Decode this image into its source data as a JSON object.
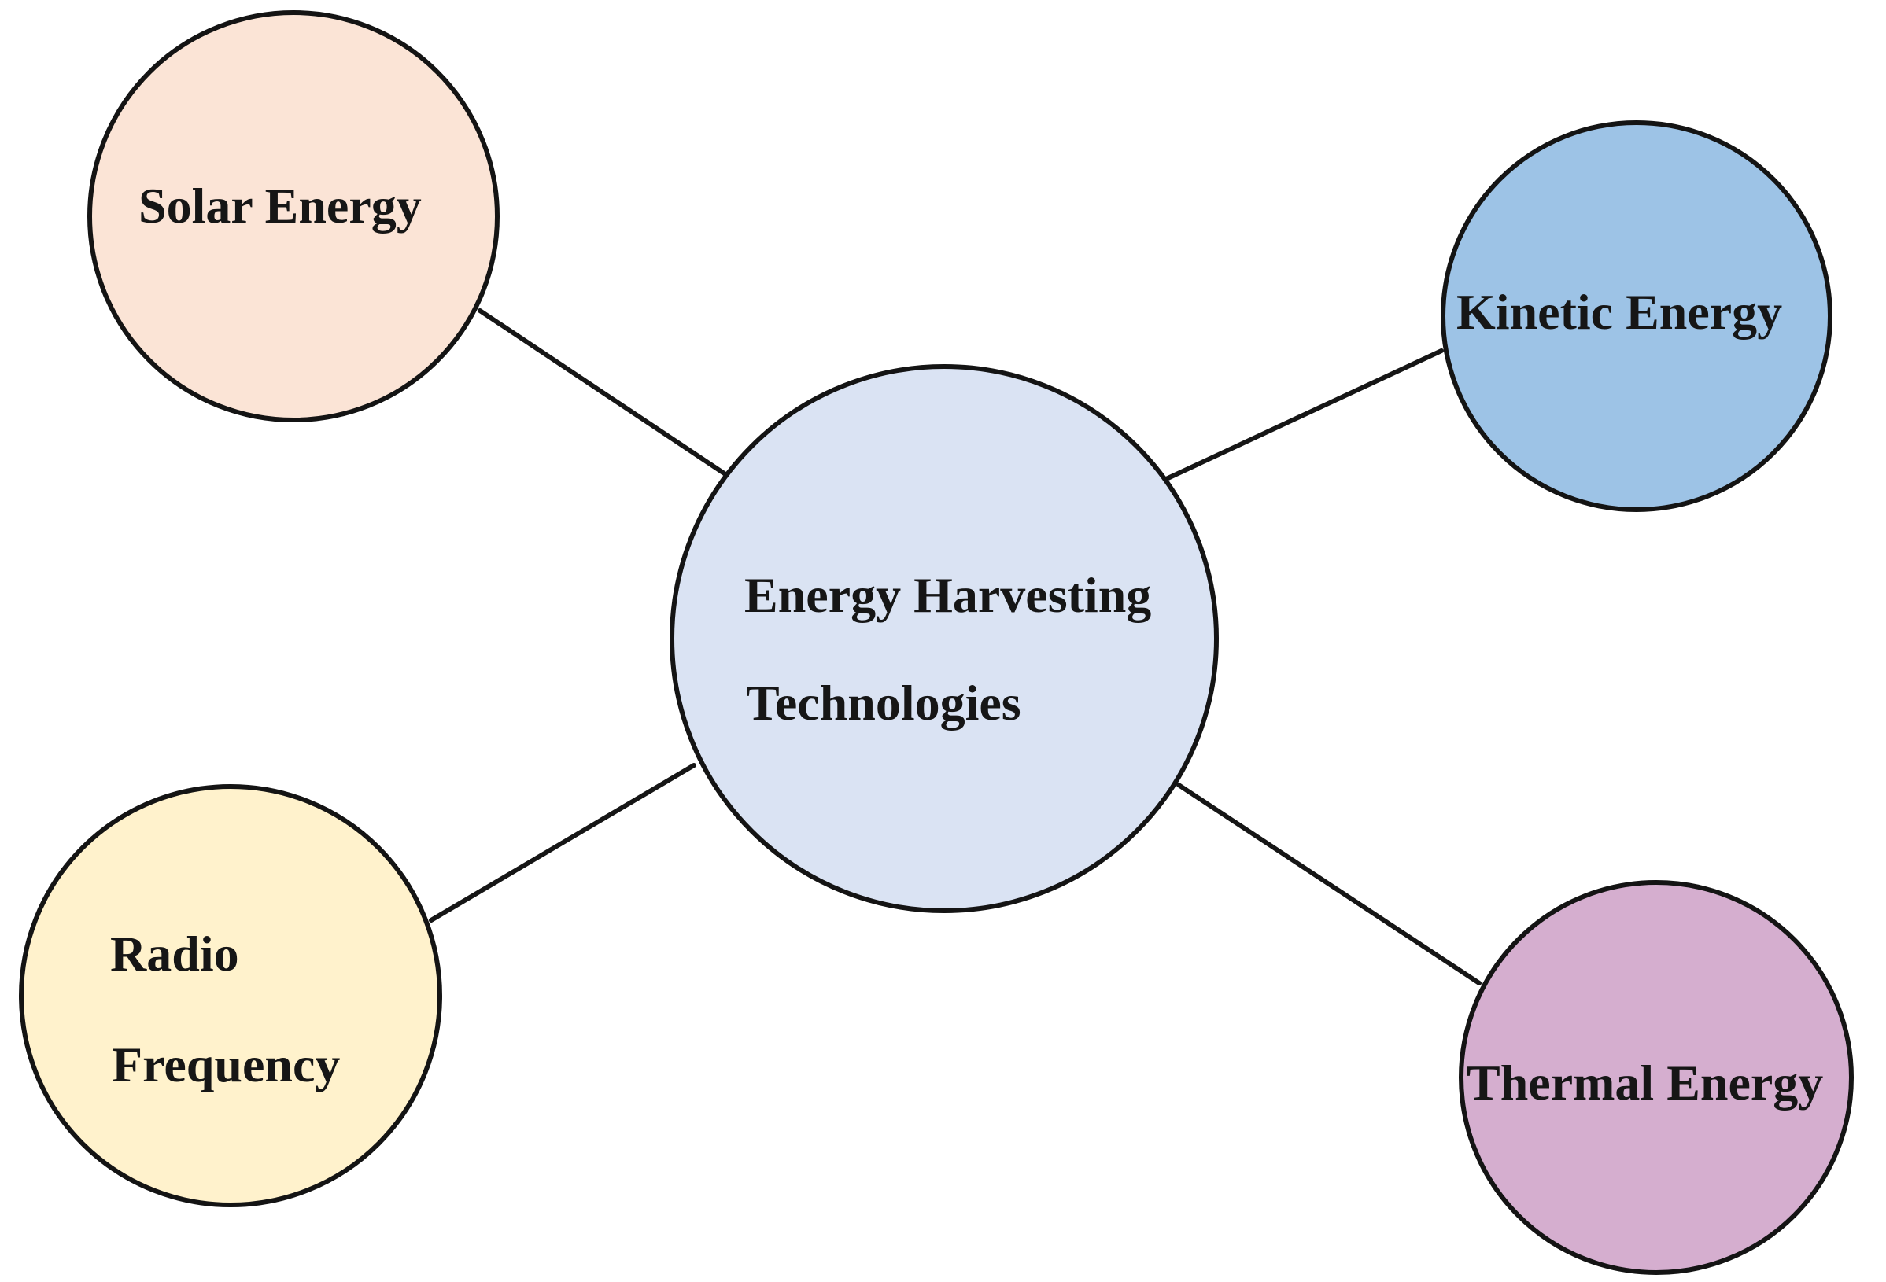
{
  "center": {
    "line1": "Energy Harvesting",
    "line2": "Technologies",
    "color": "#dae3f3"
  },
  "nodes": {
    "solar": {
      "label": "Solar Energy",
      "color": "#fbe4d6"
    },
    "kinetic": {
      "label": "Kinetic Energy",
      "color": "#9dc3e6"
    },
    "radio": {
      "line1": "Radio",
      "line2": "Frequency",
      "color": "#fff2cc"
    },
    "thermal": {
      "label": "Thermal Energy",
      "color": "#d5aecf"
    }
  }
}
